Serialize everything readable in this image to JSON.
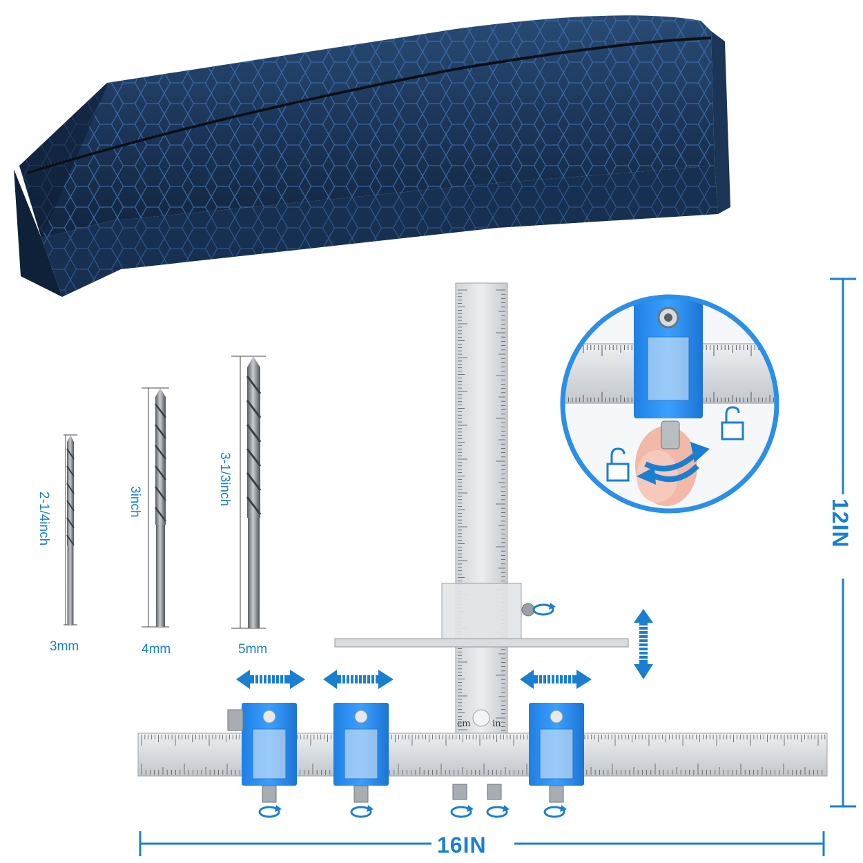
{
  "colors": {
    "accent": "#1a7fd0",
    "clamp_blue": "#2a8ff0",
    "bag_navy": "#1d3a5e",
    "ruler_steel": "#d9dde1"
  },
  "drill_bits": [
    {
      "length_label": "2-1/4inch",
      "diameter_label": "3mm"
    },
    {
      "length_label": "3inch",
      "diameter_label": "4mm"
    },
    {
      "length_label": "3-1/3inch",
      "diameter_label": "5mm"
    }
  ],
  "dimensions": {
    "height_label": "12IN",
    "width_label": "16IN"
  },
  "ruler": {
    "unit_cm": "cm",
    "unit_in": "in"
  },
  "icons": {
    "lock": "padlock-open-icon",
    "rotate": "rotate-arrow-icon",
    "move_horizontal": "double-arrow-horizontal-icon",
    "move_vertical": "double-arrow-vertical-icon"
  }
}
